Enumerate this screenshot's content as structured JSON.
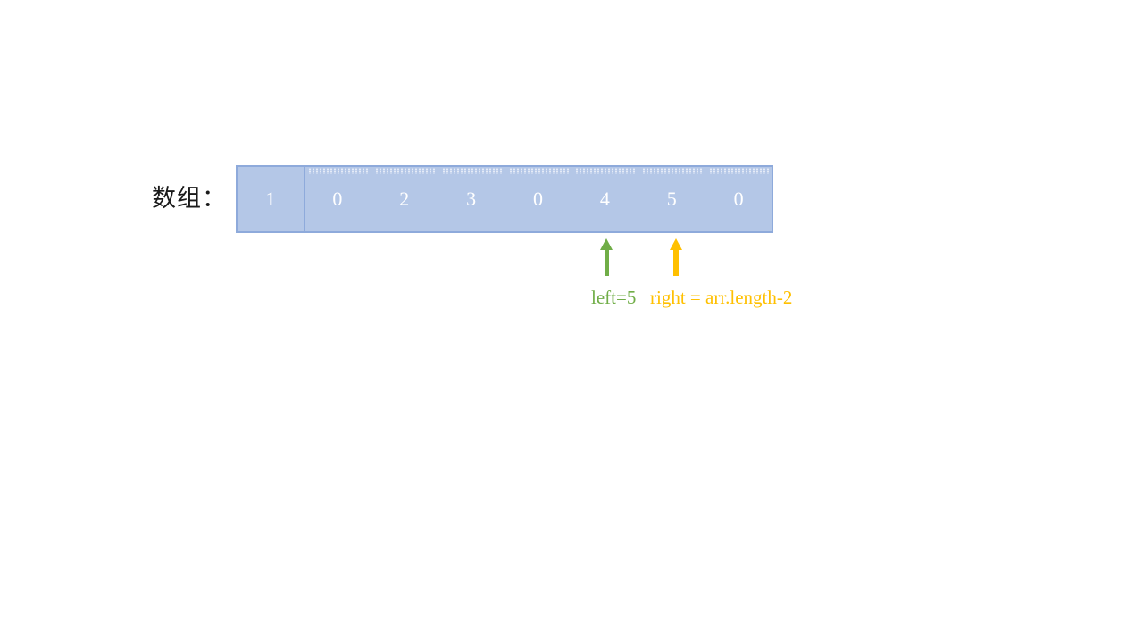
{
  "canvas": {
    "background": "#ffffff"
  },
  "array_section": {
    "label": "数组：",
    "values": [
      "1",
      "0",
      "2",
      "3",
      "0",
      "4",
      "5",
      "0"
    ]
  },
  "pointers": {
    "left": {
      "label": "left=5",
      "color": "#70ad47",
      "points_to_index": 5
    },
    "right": {
      "label": "right = arr.length-2",
      "color": "#ffc000",
      "points_to_index": 6
    }
  },
  "colors": {
    "cell_fill": "#b4c7e7",
    "cell_border": "#8eaadb",
    "cell_text": "#ffffff",
    "label_text": "#1a1a1a"
  }
}
